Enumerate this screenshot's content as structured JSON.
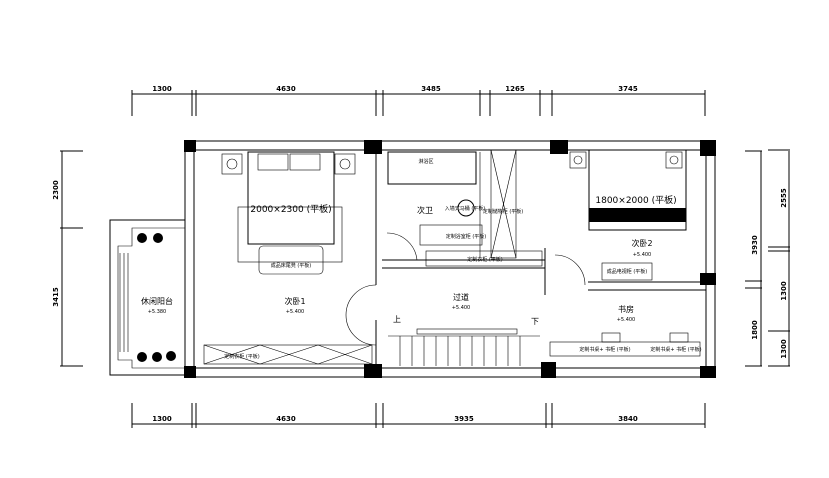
{
  "dimensions": {
    "top": [
      "1300",
      "4630",
      "3485",
      "1265",
      "3745"
    ],
    "bottom": [
      "1300",
      "4630",
      "3935",
      "3840"
    ],
    "left": [
      "2300",
      "3415"
    ],
    "right_inner": [
      "3930",
      "1800"
    ],
    "right_outer": [
      "2555",
      "1300",
      "1300"
    ]
  },
  "rooms": {
    "bedroom1": "次卧1",
    "bedroom2": "次卧2",
    "bathroom": "次卫",
    "shower": "淋浴区",
    "corridor": "过道",
    "study": "书房",
    "balcony": "休闲阳台",
    "up": "上",
    "down": "下"
  },
  "levels": {
    "bedroom1": "+5.400",
    "bedroom2": "+5.400",
    "corridor": "+5.400",
    "study": "+5.400",
    "balcony": "+5.380"
  },
  "furniture": {
    "bed1": "2000×2300 (平板)",
    "bed2": "1800×2000 (平板)",
    "sofa1": "成品床尾凳 (平板)",
    "wardrobe1": "定制衣柜 (平板)",
    "wardrobe2": "定制衣柜 (平板)",
    "tv2": "成品电视柜 (平板)",
    "vanity": "定制浴室柜 (平板)",
    "toilet": "入墙式马桶 (平板)",
    "cabinet": "定制储物柜 (平板)",
    "desk1": "定制书桌+ 书柜 (平板)",
    "desk2": "定制书桌+ 书柜 (平板)"
  }
}
